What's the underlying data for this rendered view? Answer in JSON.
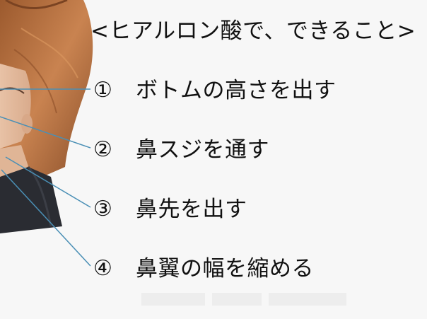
{
  "title": "<ヒアルロン酸で、できること>",
  "items": [
    {
      "number": "①",
      "text": "ボトムの高さを出す"
    },
    {
      "number": "②",
      "text": "鼻スジを通す"
    },
    {
      "number": "③",
      "text": "鼻先を出す"
    },
    {
      "number": "④",
      "text": "鼻翼の幅を縮める"
    }
  ],
  "colors": {
    "background": "#f7f7f7",
    "text": "#111111",
    "leader_line": "#4a8fb5",
    "hair": "#b5703f"
  }
}
